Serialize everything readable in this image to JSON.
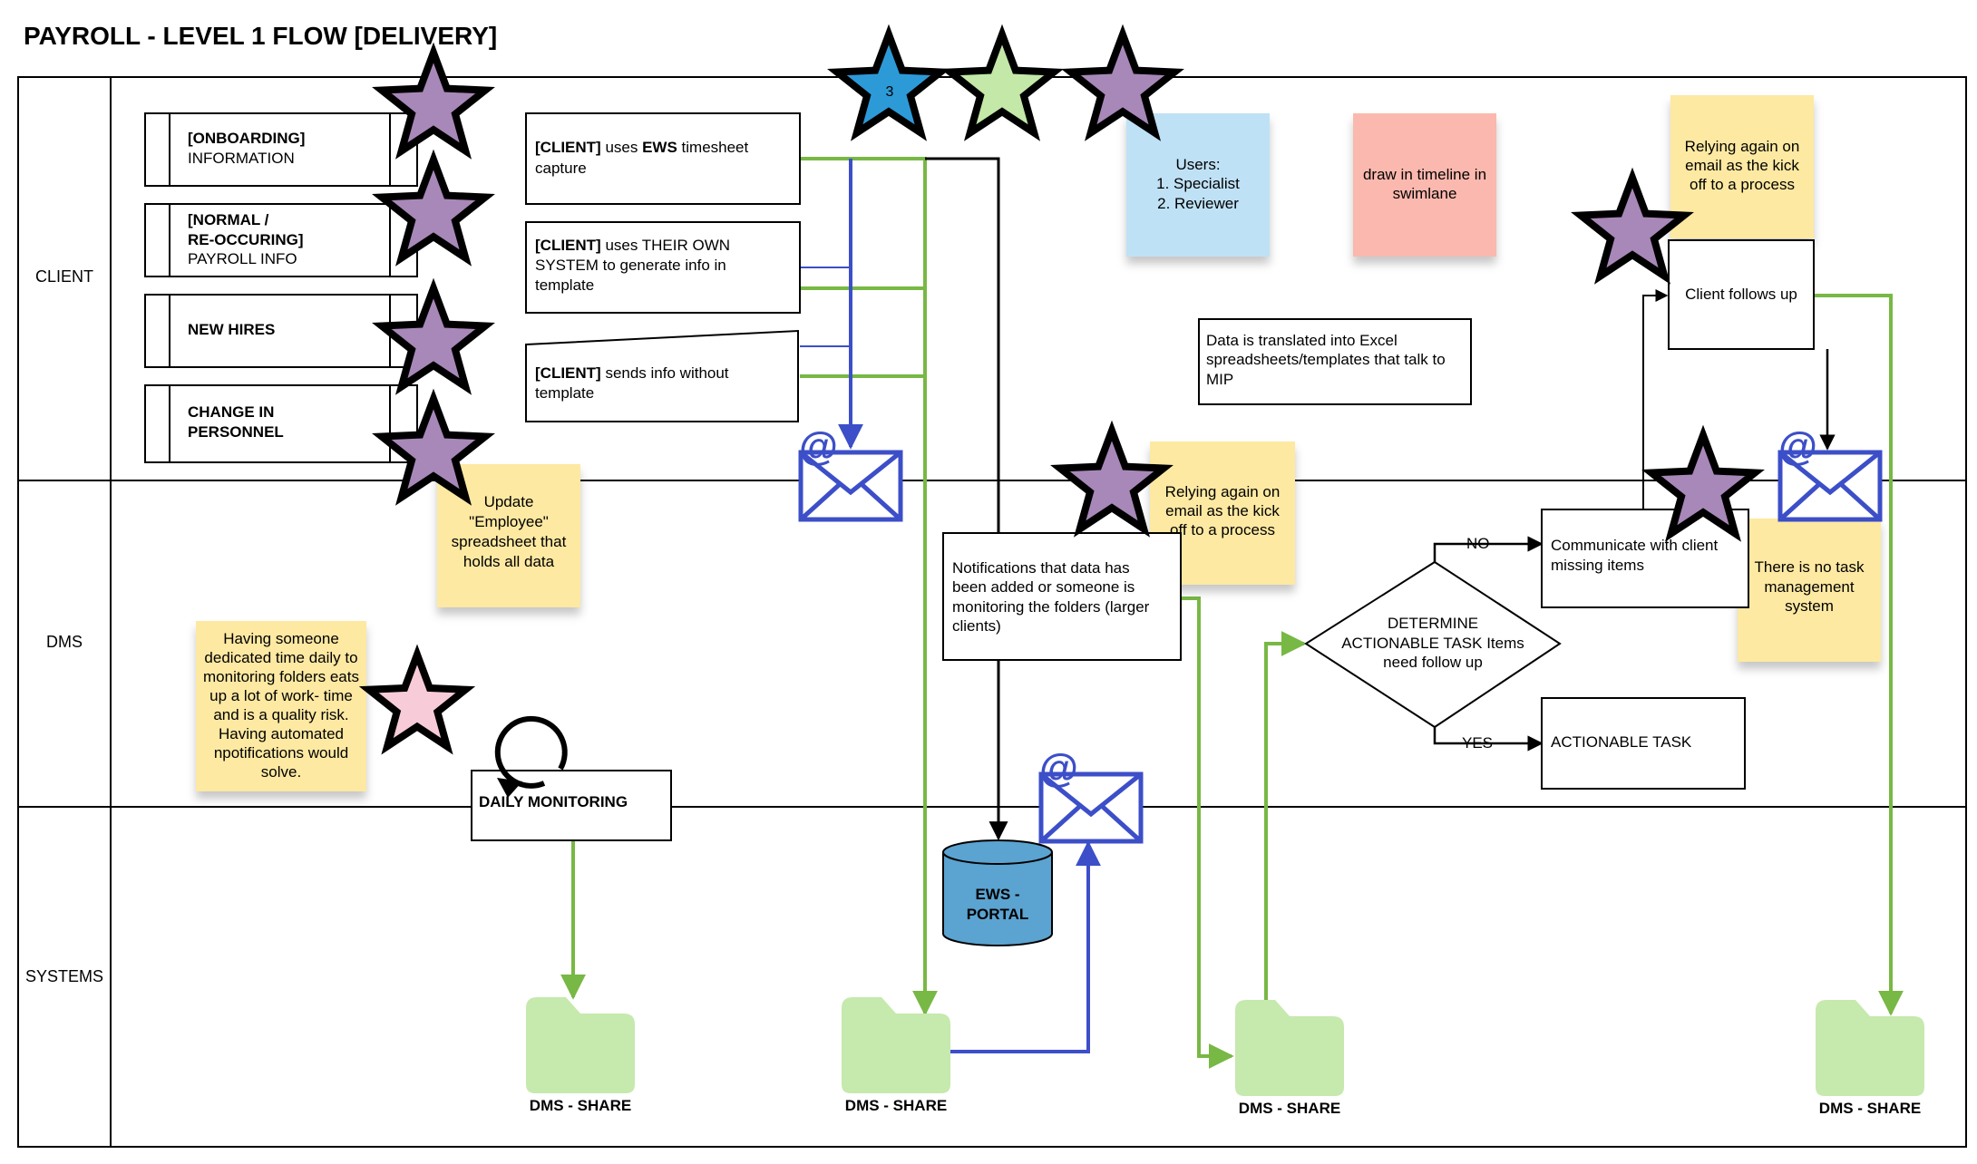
{
  "title": "PAYROLL - LEVEL 1 FLOW [DELIVERY]",
  "lanes": [
    "CLIENT",
    "DMS",
    "SYSTEMS"
  ],
  "inputs": [
    {
      "lines": [
        {
          "text": "[ONBOARDING]",
          "bold": true
        },
        {
          "text": "INFORMATION",
          "bold": false
        }
      ]
    },
    {
      "lines": [
        {
          "text": "[NORMAL /",
          "bold": true
        },
        {
          "text": "RE-OCCURING]",
          "bold": true
        },
        {
          "text": "PAYROLL INFO",
          "bold": false
        }
      ]
    },
    {
      "lines": [
        {
          "text": "NEW HIRES",
          "bold": true
        }
      ]
    },
    {
      "lines": [
        {
          "text": "CHANGE IN",
          "bold": true
        },
        {
          "text": "PERSONNEL",
          "bold": true
        }
      ]
    }
  ],
  "client_boxes": [
    {
      "lines": [
        {
          "parts": [
            {
              "t": "[CLIENT]",
              "b": true
            },
            {
              "t": " uses ",
              "b": false
            },
            {
              "t": "EWS",
              "b": true
            },
            {
              "t": " timesheet",
              "b": false
            }
          ]
        },
        {
          "parts": [
            {
              "t": "capture",
              "b": false
            }
          ]
        }
      ]
    },
    {
      "lines": [
        {
          "parts": [
            {
              "t": "[CLIENT]",
              "b": true
            },
            {
              "t": " uses THEIR OWN",
              "b": false
            }
          ]
        },
        {
          "parts": [
            {
              "t": "SYSTEM to generate info in",
              "b": false
            }
          ]
        },
        {
          "parts": [
            {
              "t": "template",
              "b": false
            }
          ]
        }
      ]
    },
    {
      "lines": [
        {
          "parts": [
            {
              "t": "[CLIENT]",
              "b": true
            },
            {
              "t": "  sends info without",
              "b": false
            }
          ]
        },
        {
          "parts": [
            {
              "t": "template",
              "b": false
            }
          ]
        }
      ]
    }
  ],
  "star_number": "3",
  "notes": {
    "users": [
      "Users:",
      "1. Specialist",
      "2. Reviewer"
    ],
    "timeline": [
      "draw in timeline in",
      "swimlane"
    ],
    "kickoff_client": [
      "Relying again on",
      "email as the kick",
      "off to a process"
    ],
    "update_employee": [
      "Update",
      "\"Employee\"",
      "spreadsheet that",
      "holds all data"
    ],
    "kickoff_dms": [
      "Relying again on",
      "email as the kick",
      "off to a process"
    ],
    "no_task_system": [
      "There is no task",
      "management",
      "system"
    ],
    "dedicated_time": [
      "Having someone",
      "dedicated time daily to",
      "monitoring folders eats",
      "up a lot of work- time",
      "and is a quality risk.",
      "Having automated",
      "npotifications would",
      "solve."
    ]
  },
  "data_translated": [
    "Data is  translated  into Excel",
    "spreadsheets/templates that talk to",
    "MIP"
  ],
  "client_follows_up": "Client follows up",
  "notifications": [
    "Notifications that data has",
    "been added or someone is",
    "monitoring the folders (larger",
    "clients)"
  ],
  "determine": [
    "DETERMINE",
    "ACTIONABLE TASK Items",
    "need follow up"
  ],
  "no_label": "NO",
  "yes_label": "YES",
  "communicate": [
    "Communicate with client",
    "missing items"
  ],
  "actionable_task": "ACTIONABLE TASK",
  "daily_monitoring": "DAILY MONITORING",
  "ews_portal": [
    "EWS -",
    "PORTAL"
  ],
  "folders": [
    "DMS - SHARE",
    "DMS - SHARE",
    "DMS - SHARE",
    "DMS - SHARE"
  ],
  "colors": {
    "star_purple": "#a888b8",
    "star_blue": "#2d9ad8",
    "star_green": "#c3e8a8",
    "star_pink": "#f7ccd8",
    "note_yellow": "#fde9a2",
    "note_blue": "#bfe1f5",
    "note_red": "#fbb8ae",
    "folder_green": "#c6e9ae",
    "flow_green": "#78b844",
    "flow_blue": "#3c4fc8",
    "cylinder_blue": "#5ba3d0"
  }
}
